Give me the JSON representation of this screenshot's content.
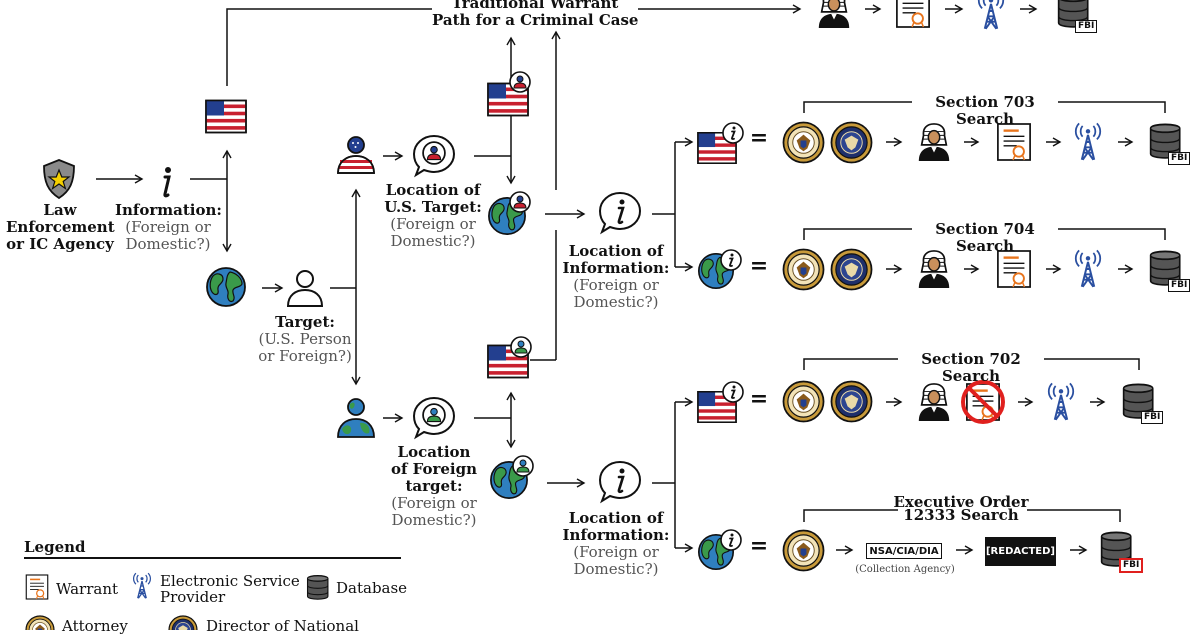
{
  "nodes": {
    "law_enforcement": "Law\nEnforcement\nor IC Agency",
    "information_title": "Information:",
    "information_sub": "(Foreign or\nDomestic?)",
    "target_title": "Target:",
    "target_sub": "(U.S. Person\nor Foreign?)",
    "loc_us_title": "Location of\nU.S. Target:",
    "loc_us_sub": "(Foreign or\nDomestic?)",
    "loc_foreign_title": "Location\nof Foreign\ntarget:",
    "loc_foreign_sub": "(Foreign or\nDomestic?)",
    "loc_info1_title": "Location of\nInformation:",
    "loc_info1_sub": "(Foreign or\nDomestic?)",
    "loc_info2_title": "Location of\nInformation:",
    "loc_info2_sub": "(Foreign or\nDomestic?)"
  },
  "paths": {
    "traditional": "Traditional Warrant\nPath for a Criminal Case",
    "s703": "Section 703 Search",
    "s704": "Section 704 Search",
    "s702": "Section 702 Search",
    "eo": "Executive Order\n12333 Search",
    "collection_agency": "NSA/CIA/DIA",
    "collection_agency_sub": "(Collection Agency)",
    "redacted": "[REDACTED]",
    "fbi": "FBI",
    "equals": "="
  },
  "legend": {
    "title": "Legend",
    "warrant": "Warrant",
    "esp": "Electronic Service\nProvider",
    "database": "Database",
    "attorney": "Attorney",
    "dni": "Director of National"
  },
  "colors": {
    "flag_red": "#c8202f",
    "flag_blue": "#233f8f",
    "globe_blue": "#2f7fbf",
    "globe_green": "#3a9a4a",
    "seal_gold": "#c89a3a",
    "tower_blue": "#2a4fa0",
    "warrant_orange": "#e8741c",
    "prohibit_red": "#e0201e",
    "badge_gray": "#8a8a8a",
    "star_yellow": "#f5d000"
  },
  "icons": [
    "badge-icon",
    "info-icon",
    "flag-icon",
    "globe-icon",
    "person-icon",
    "us-person-icon",
    "globe-person-icon",
    "speech-person-icon",
    "info-bubble-icon",
    "judge-icon",
    "warrant-icon",
    "tower-icon",
    "database-icon",
    "seal-icon",
    "no-warrant-icon"
  ]
}
